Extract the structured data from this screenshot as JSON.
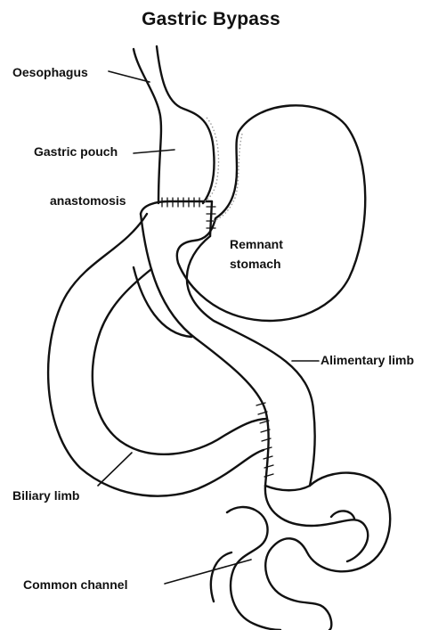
{
  "title": "Gastric Bypass",
  "labels": {
    "oesophagus": "Oesophagus",
    "gastric_pouch": "Gastric pouch",
    "anastomosis": "anastomosis",
    "remnant_stomach_line1": "Remnant",
    "remnant_stomach_line2": "stomach",
    "alimentary_limb": "Alimentary limb",
    "biliary_limb": "Biliary limb",
    "common_channel": "Common channel"
  },
  "colors": {
    "outline": "#111111",
    "staple_dots": "#9a9a9a",
    "background": "#ffffff"
  }
}
